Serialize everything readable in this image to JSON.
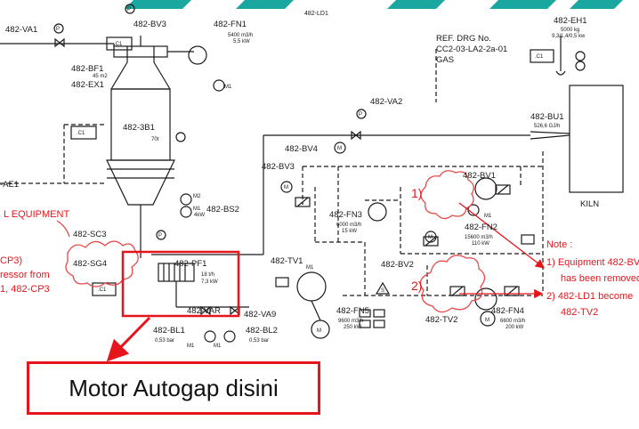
{
  "colors": {
    "line": "#1a1a1a",
    "red": "#e8141b",
    "teal": "#1aa7a0",
    "cloud": "#e64b4b"
  },
  "top_fragment": "482-LD1",
  "ref": {
    "line1": "REF. DRG No.",
    "line2": "CC2-03-LA2-2a-01",
    "line3": "GAS"
  },
  "tags": {
    "va1": "482-VA1",
    "bv3_top": "482-BV3",
    "fn1": "482-FN1",
    "bf1": "482-BF1",
    "ex1": "482-EX1",
    "sb1": "482-3B1",
    "bs2": "482-BS2",
    "sc3": "482-SC3",
    "sg4": "482-SG4",
    "pf1": "482-PF1",
    "var": "482-VAR",
    "va9": "482-VA9",
    "bl1": "482-BL1",
    "bl2": "482-BL2",
    "tv1": "482-TV1",
    "fn5": "482-FN5",
    "fn3": "482-FN3",
    "bv4": "482-BV4",
    "bv3_mid": "482-BV3",
    "va2": "482-VA2",
    "bu1": "482-BU1",
    "bv1": "482-BV1",
    "fn2": "482-FN2",
    "bv2": "482-BV2",
    "tv2": "482-TV2",
    "fn4": "482-FN4",
    "eh1": "482-EH1",
    "ae1": "-AE1",
    "kiln": "KILN"
  },
  "specs": {
    "fn1": "5400 m3/h",
    "fn1_kw": "5,5 kW",
    "bf1_area": "45 m2",
    "sb1_t": "70t",
    "bs2_kw": "4kW",
    "pf1_flow": "18 t/h",
    "pf1_kw": "7,3 kW",
    "bl1": "0,53 bar",
    "bl2": "0,53 bar",
    "fn5_flow": "9600 m3/h",
    "fn5_kw": "250 kW",
    "fn3_flow": "6000 m3/h",
    "fn3_kw": "15 kW",
    "fn2_flow": "15600 m3/h",
    "fn2_kw": "110 kW",
    "fn4_flow": "6600 m3/h",
    "fn4_kw": "200 kW",
    "bu1": "526,6 GJ/h",
    "eh1_kg": "5000 kg",
    "eh1_speed": "9,3/1,4/0,5 kw"
  },
  "small": {
    "m1": "M1",
    "m2": "M2",
    "c1": ".C1",
    "p": "P",
    "m": "M",
    "s": "S"
  },
  "annotations": {
    "equipment_left": "L EQUIPMENT",
    "cp3": "CP3)",
    "compressor": "ressor from",
    "cp3_from": "1, 482-CP3",
    "num1": "1)",
    "num2": "2)",
    "note_title": "Note :",
    "note1": "1) Equipment 482-BV",
    "note1b": "has been removed",
    "note2": "2) 482-LD1 become",
    "note2b": "482-TV2"
  },
  "callout": {
    "text": "Motor Autogap disini"
  }
}
